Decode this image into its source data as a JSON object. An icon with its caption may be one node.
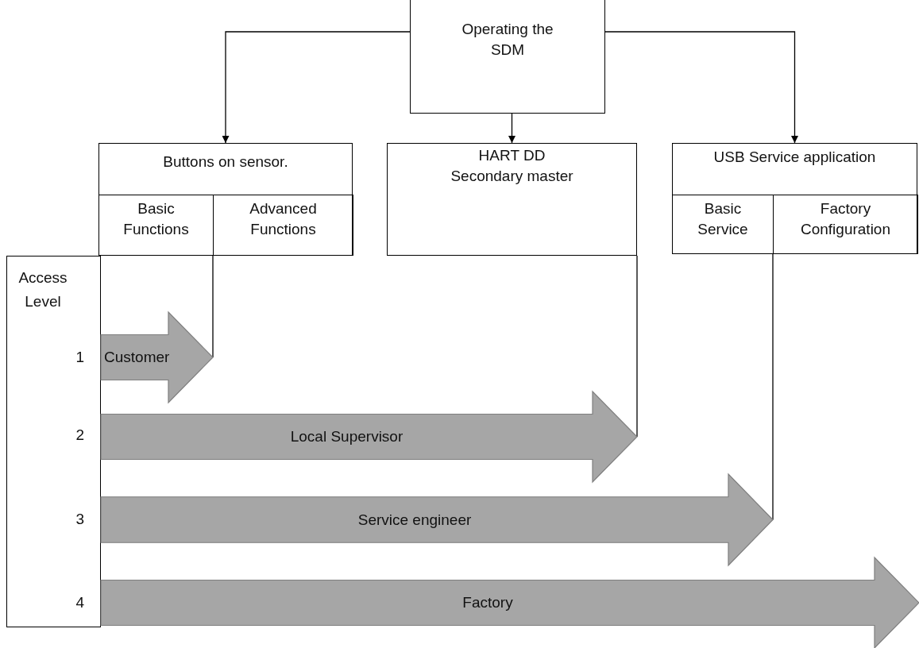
{
  "diagram": {
    "nodes": [
      {
        "text": [
          "Operating the SDM"
        ]
      },
      {
        "text": [
          "Buttons on sensor."
        ]
      },
      {
        "text": [
          "Basic Functions"
        ],
        "in": 1
      },
      {
        "text": [
          "Advanced Functions"
        ],
        "in": 1
      },
      {
        "text": [
          "HART DD Secondary master"
        ]
      },
      {
        "text": [
          "USB Service application"
        ]
      },
      {
        "text": [
          "Basic Service"
        ],
        "in": 5
      },
      {
        "text": [
          "Factory Configuration"
        ],
        "in": 5
      },
      {
        "text": [
          "Access Level",
          "1",
          "2",
          "3",
          "4"
        ]
      },
      {
        "text": [
          "Customer"
        ]
      },
      {
        "text": [
          "Local Supervisor"
        ]
      },
      {
        "text": [
          "Service engineer"
        ]
      },
      {
        "text": [
          "Factory"
        ]
      }
    ],
    "edges": [
      {
        "from": 0,
        "to": 1,
        "arrow": "to"
      },
      {
        "from": 0,
        "to": 4,
        "arrow": "to"
      },
      {
        "from": 0,
        "to": 5,
        "arrow": "to"
      },
      {
        "from": 2,
        "to": 9,
        "arrow": "none"
      },
      {
        "from": 4,
        "to": 10,
        "arrow": "none"
      },
      {
        "from": 6,
        "to": 11,
        "arrow": "none"
      }
    ]
  }
}
